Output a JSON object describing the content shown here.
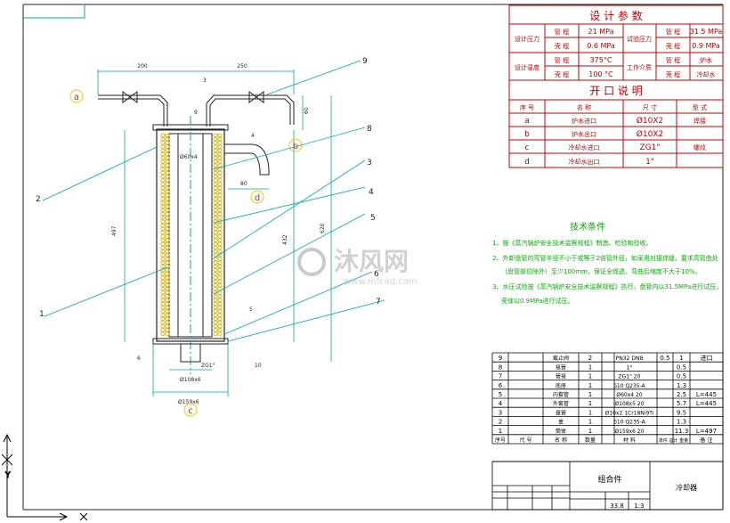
{
  "design_params": {
    "title": "设 计 参 数",
    "rows": [
      {
        "group": "设计压力",
        "sub1": "管 程",
        "val1": "21 MPa",
        "group2": "试验压力",
        "sub2": "管 程",
        "val2": "31.5 MPa"
      },
      {
        "group": "",
        "sub1": "壳 程",
        "val1": "0.6 MPa",
        "group2": "",
        "sub2": "壳 程",
        "val2": "0.9 MPa"
      },
      {
        "group": "设计温度",
        "sub1": "管 程",
        "val1": "375°C",
        "group2": "工作介质",
        "sub2": "管 程",
        "val2": "炉水"
      },
      {
        "group": "",
        "sub1": "壳 程",
        "val1": "100 °C",
        "group2": "",
        "sub2": "壳 程",
        "val2": "冷却水"
      }
    ]
  },
  "openings": {
    "title": "开 口 说 明",
    "headers": [
      "序 号",
      "名 称",
      "尺 寸",
      "型 式"
    ],
    "rows": [
      [
        "a",
        "炉水进口",
        "Ø10X2",
        "焊接"
      ],
      [
        "b",
        "炉水出口",
        "Ø10X2",
        ""
      ],
      [
        "c",
        "冷却水进口",
        "ZG1\"",
        "螺纹"
      ],
      [
        "d",
        "冷却水出口",
        "1\"",
        ""
      ]
    ]
  },
  "tech": {
    "title": "技术条件",
    "lines": [
      "1、按《蒸汽锅炉安全技术监察规程》制造、检验和验收。",
      "2、外卸盘管的弯管半径不小于或等于2倍管外径，如采用对接焊缝，要求高管曲处",
      "（盘管部位除外）至少100mm，保证全焊透，弯曲后缩度不大于10%。",
      "3、水压试验按《蒸汽锅炉安全技术监察规程》执行，盘管内以31.5MPa进行试压，",
      "壳体以0.9MPa进行试压。"
    ]
  },
  "bom": {
    "rows": [
      [
        "9",
        "截止阀",
        "2",
        "PN32 DN8",
        "0.5",
        "1",
        "进口"
      ],
      [
        "8",
        "接管",
        "1",
        "1\"",
        "",
        "0.5",
        ""
      ],
      [
        "7",
        "管接",
        "1",
        "ZG1\"  20",
        "",
        "0.5",
        ""
      ],
      [
        "6",
        "底座",
        "1",
        "δ10  Q235-A",
        "",
        "1.3",
        ""
      ],
      [
        "5",
        "内套管",
        "1",
        "Ø60x4  20",
        "",
        "2.5",
        "L=445"
      ],
      [
        "4",
        "外套管",
        "1",
        "Ø108x5  20",
        "",
        "5.7",
        "L=445"
      ],
      [
        "3",
        "盘管",
        "1",
        "Ø10x2  1Cr18Ni9Ti",
        "",
        "9.5",
        ""
      ],
      [
        "2",
        "盖",
        "1",
        "δ10  Q235-A",
        "",
        "1.3",
        ""
      ],
      [
        "1",
        "筒体",
        "1",
        "Ø159x6  20",
        "",
        "11.3",
        "L=497"
      ]
    ],
    "header": [
      "序号",
      "代 号",
      "名 称",
      "数量",
      "材 料",
      "单件 总计 重量",
      "备 注"
    ],
    "assembly": "组合件",
    "drawing_name": "冷却器",
    "weight": "33.8",
    "scale": "1:3"
  },
  "drawing": {
    "dims": [
      "200",
      "250",
      "497",
      "432",
      "620",
      "60",
      "80",
      "Ø60x4",
      "Ø108x6",
      "Ø159x6",
      "ZG1\""
    ],
    "ports": [
      "a",
      "b",
      "c",
      "d"
    ],
    "leaders": [
      "1",
      "2",
      "3",
      "4",
      "5",
      "6",
      "7",
      "8",
      "9"
    ],
    "small_labels": [
      "3",
      "9",
      "6",
      "4",
      "5",
      "10"
    ]
  },
  "watermark": {
    "text": "沐风网",
    "url": "www.mfcad.com"
  },
  "colors": {
    "line": "#1a1a1a",
    "dim": "#00a9a9",
    "table_red": "#c00000",
    "tech_green": "#00b000",
    "coil": "#d4b100",
    "table_black": "#000000"
  }
}
